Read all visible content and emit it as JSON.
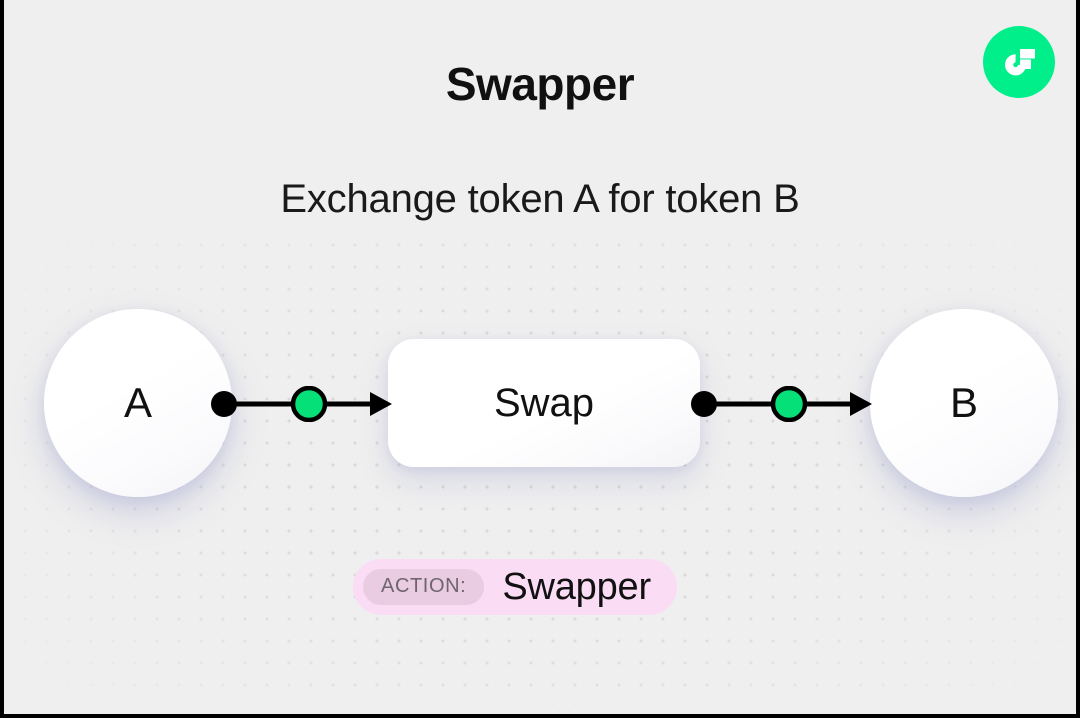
{
  "header": {
    "title": "Swapper",
    "subtitle": "Exchange token A for token B",
    "logo_icon": "flow-logo-icon",
    "logo_color": "#00ef8b"
  },
  "graph": {
    "nodes": [
      {
        "id": "a",
        "label": "A",
        "type": "token-node"
      },
      {
        "id": "swap",
        "label": "Swap",
        "type": "process-node"
      },
      {
        "id": "b",
        "label": "B",
        "type": "token-node"
      }
    ],
    "edges": [
      {
        "id": "edge-left",
        "from": "a",
        "to": "swap",
        "accent_color": "#05e078"
      },
      {
        "id": "edge-right",
        "from": "swap",
        "to": "b",
        "accent_color": "#05e078"
      }
    ]
  },
  "action_badge": {
    "label": "ACTION:",
    "value": "Swapper",
    "background_color": "#fbdcf5",
    "label_pill_color": "#e9cbe2"
  },
  "theme": {
    "canvas_background": "#efefef",
    "dot_color": "#d9d9d9",
    "accent_green": "#05e078",
    "text_color": "#111111"
  }
}
